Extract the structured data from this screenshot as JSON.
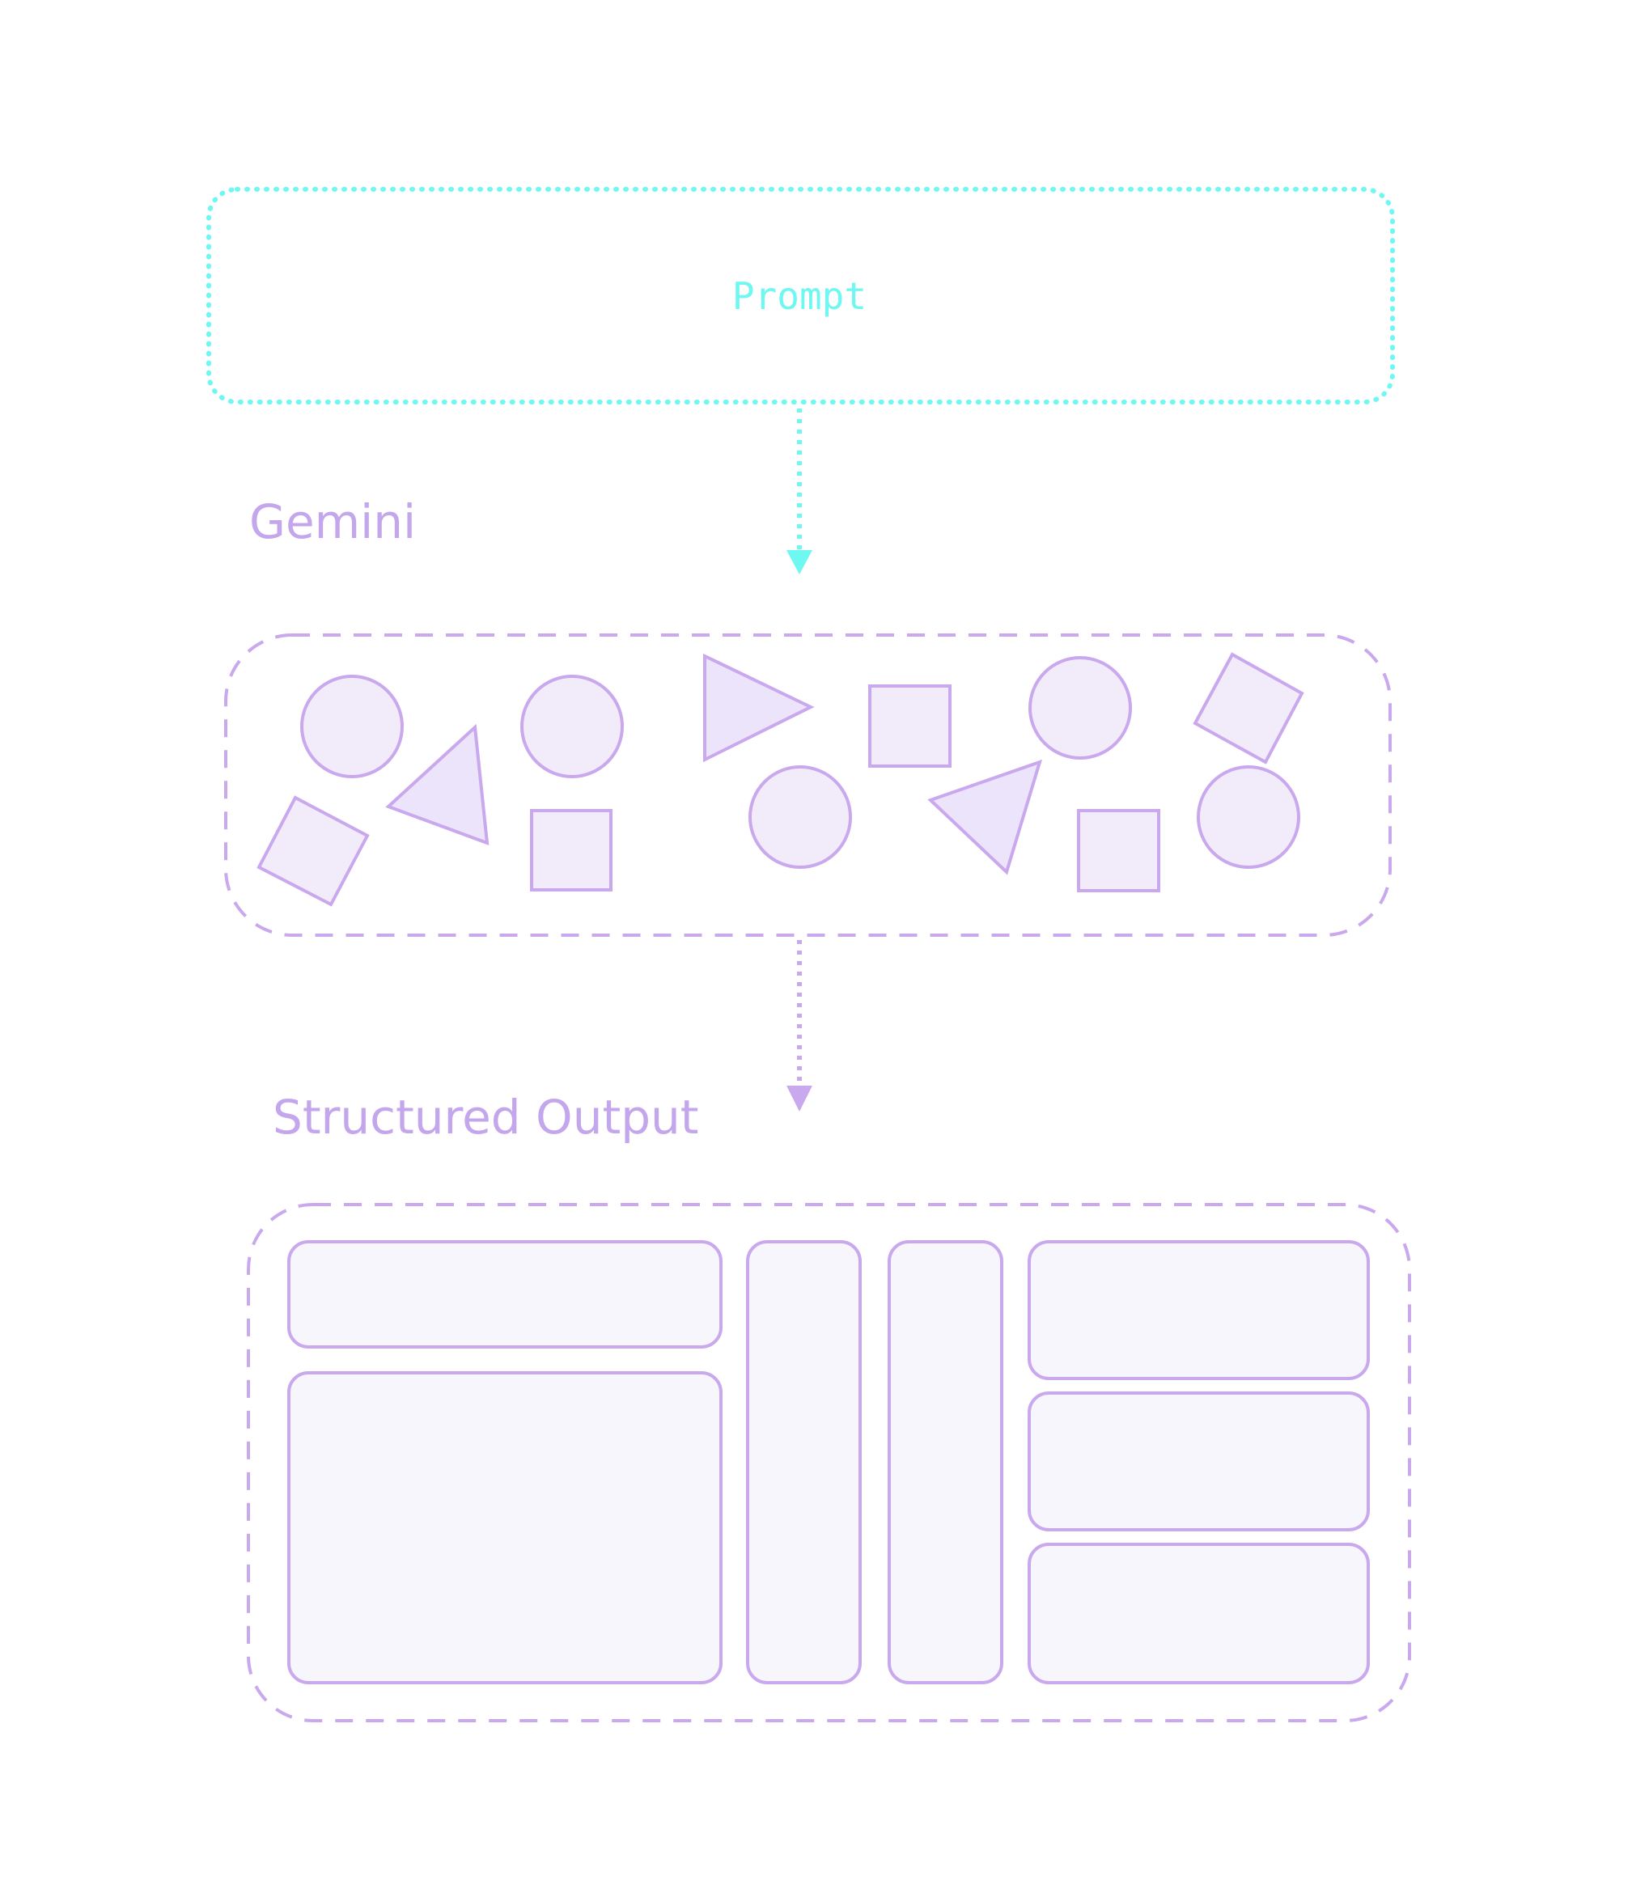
{
  "labels": {
    "prompt": "Prompt",
    "gemini": "Gemini",
    "structured_output": "Structured Output"
  },
  "colors": {
    "background": "#ffffff",
    "prompt_accent": "#6ff7f2",
    "purple_stroke": "#c9a8ee",
    "purple_fill": "#f2ecfa",
    "purple_fill_triangle": "#ece4fa",
    "panel_fill": "#f8f6fd",
    "label_purple": "#c4a6ec"
  }
}
